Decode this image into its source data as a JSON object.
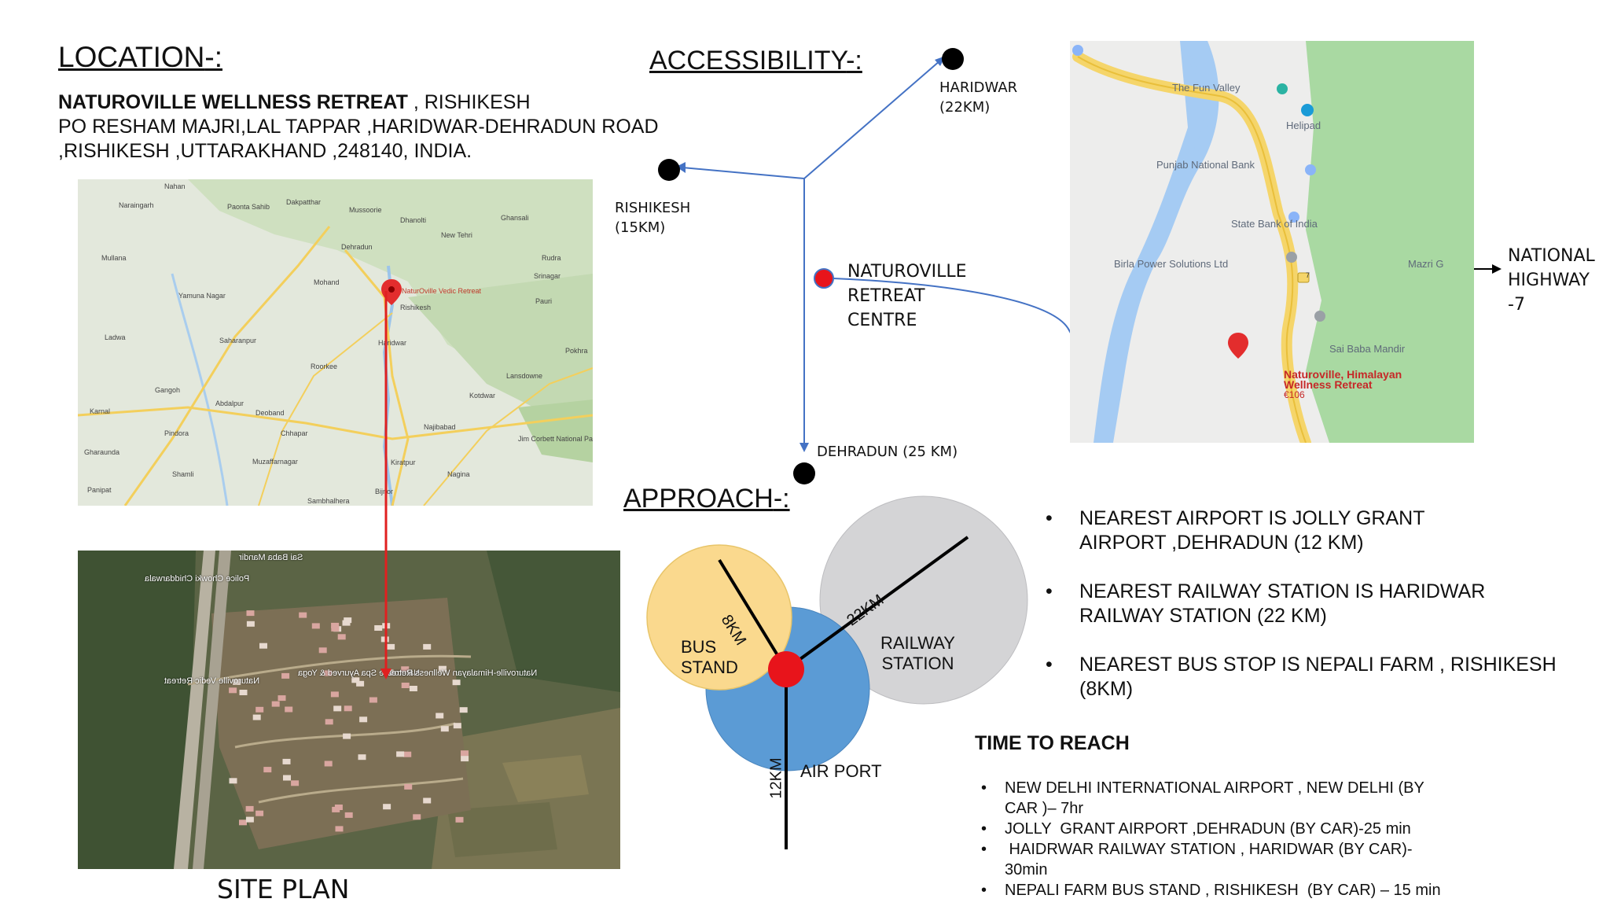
{
  "location": {
    "heading": "LOCATION",
    "heading_suffix": "-:",
    "name_bold": "NATUROVILLE WELLNESS RETREAT",
    "name_rest": " , RISHIKESH",
    "line2": "PO RESHAM  MAJRI,LAL TAPPAR ,HARIDWAR-DEHRADUN ROAD",
    "line3": ",RISHIKESH ,UTTARAKHAND ,248140, INDIA."
  },
  "region_map": {
    "marker_label": "NaturOville Vedic Retreat",
    "places": [
      "Nahan",
      "Dakpatthar",
      "Mussoorie",
      "Paonta Sahib",
      "Dhanolti",
      "Naraingarh",
      "Dehradun",
      "New Tehri",
      "Ghansali",
      "Mullana",
      "Rudra",
      "Yamuna Nagar",
      "Mohand",
      "Srinagar",
      "Pauri",
      "Rishikesh",
      "Ladwa",
      "Saharanpur",
      "Haridwar",
      "Pokhra",
      "Roorkee",
      "Lansdowne",
      "Gangoh",
      "Abdalpur",
      "Kotdwar",
      "Karnal",
      "Deoband",
      "Najibabad",
      "Pindora",
      "Chhapar",
      "Jim Corbett National Park",
      "Gharaunda",
      "Muzaffarnagar",
      "Kiratpur",
      "Shamli",
      "Panipat",
      "Bijnor",
      "Nagina",
      "Sambhalhera"
    ]
  },
  "site_plan": {
    "label": "SITE PLAN",
    "places": [
      "Sai Baba Mandir",
      "Police Chowki Chiddarwala",
      "Naturoville Spa Ayurved & Yoga",
      "Naturoville-Himalayan Wellness Retreat",
      "Naturoville Vedic Retreat"
    ]
  },
  "accessibility": {
    "heading": "ACCESSIBILITY",
    "heading_suffix": "-:",
    "haridwar": [
      "HARIDWAR",
      "(22KM)"
    ],
    "rishikesh": [
      "RISHIKESH",
      "(15KM)"
    ],
    "dehradun": "DEHRADUN (25 KM)",
    "centre": [
      "NATUROVILLE",
      "RETREAT",
      "CENTRE"
    ]
  },
  "local_map": {
    "places": [
      "The Fun Valley",
      "Helipad",
      "Punjab National Bank",
      "State Bank of India",
      "Birla Power Solutions Ltd",
      "Mazri G",
      "Sai Baba Mandir"
    ],
    "marker_label": [
      "Naturoville, Himalayan",
      "Wellness Retreat",
      "€106"
    ],
    "road_badge": "7",
    "highway_label": [
      "NATIONAL",
      "HIGHWAY -7"
    ]
  },
  "approach": {
    "heading": "APPROACH",
    "heading_suffix": "-:",
    "bus": [
      "BUS",
      "STAND"
    ],
    "bus_dist": "8KM",
    "rail": [
      "RAILWAY",
      "STATION"
    ],
    "rail_dist": "22KM",
    "air": "AIR PORT",
    "air_dist": "12KM",
    "colors": {
      "bus": "#fad98e",
      "rail": "#d4d4d6",
      "air": "#5b9bd5",
      "hub": "#e8141b"
    }
  },
  "nearest": [
    [
      "NEAREST AIRPORT IS JOLLY GRANT",
      "AIRPORT ,DEHRADUN (12 KM)"
    ],
    [
      "NEAREST RAILWAY STATION IS HARIDWAR",
      "RAILWAY STATION (22 KM)"
    ],
    [
      "NEAREST BUS STOP IS NEPALI FARM , RISHIKESH",
      "(8KM)"
    ]
  ],
  "time_to_reach": {
    "heading": "TIME TO REACH",
    "items": [
      [
        "NEW DELHI INTERNATIONAL AIRPORT , NEW DELHI (BY",
        "CAR )– 7hr"
      ],
      [
        "JOLLY  GRANT AIRPORT ,DEHRADUN (BY CAR)-25 min"
      ],
      [
        " HAIDRWAR RAILWAY STATION , HARIDWAR (BY CAR)-",
        "30min"
      ],
      [
        "NEPALI FARM BUS STAND , RISHIKESH  (BY CAR) – 15 min"
      ]
    ]
  }
}
